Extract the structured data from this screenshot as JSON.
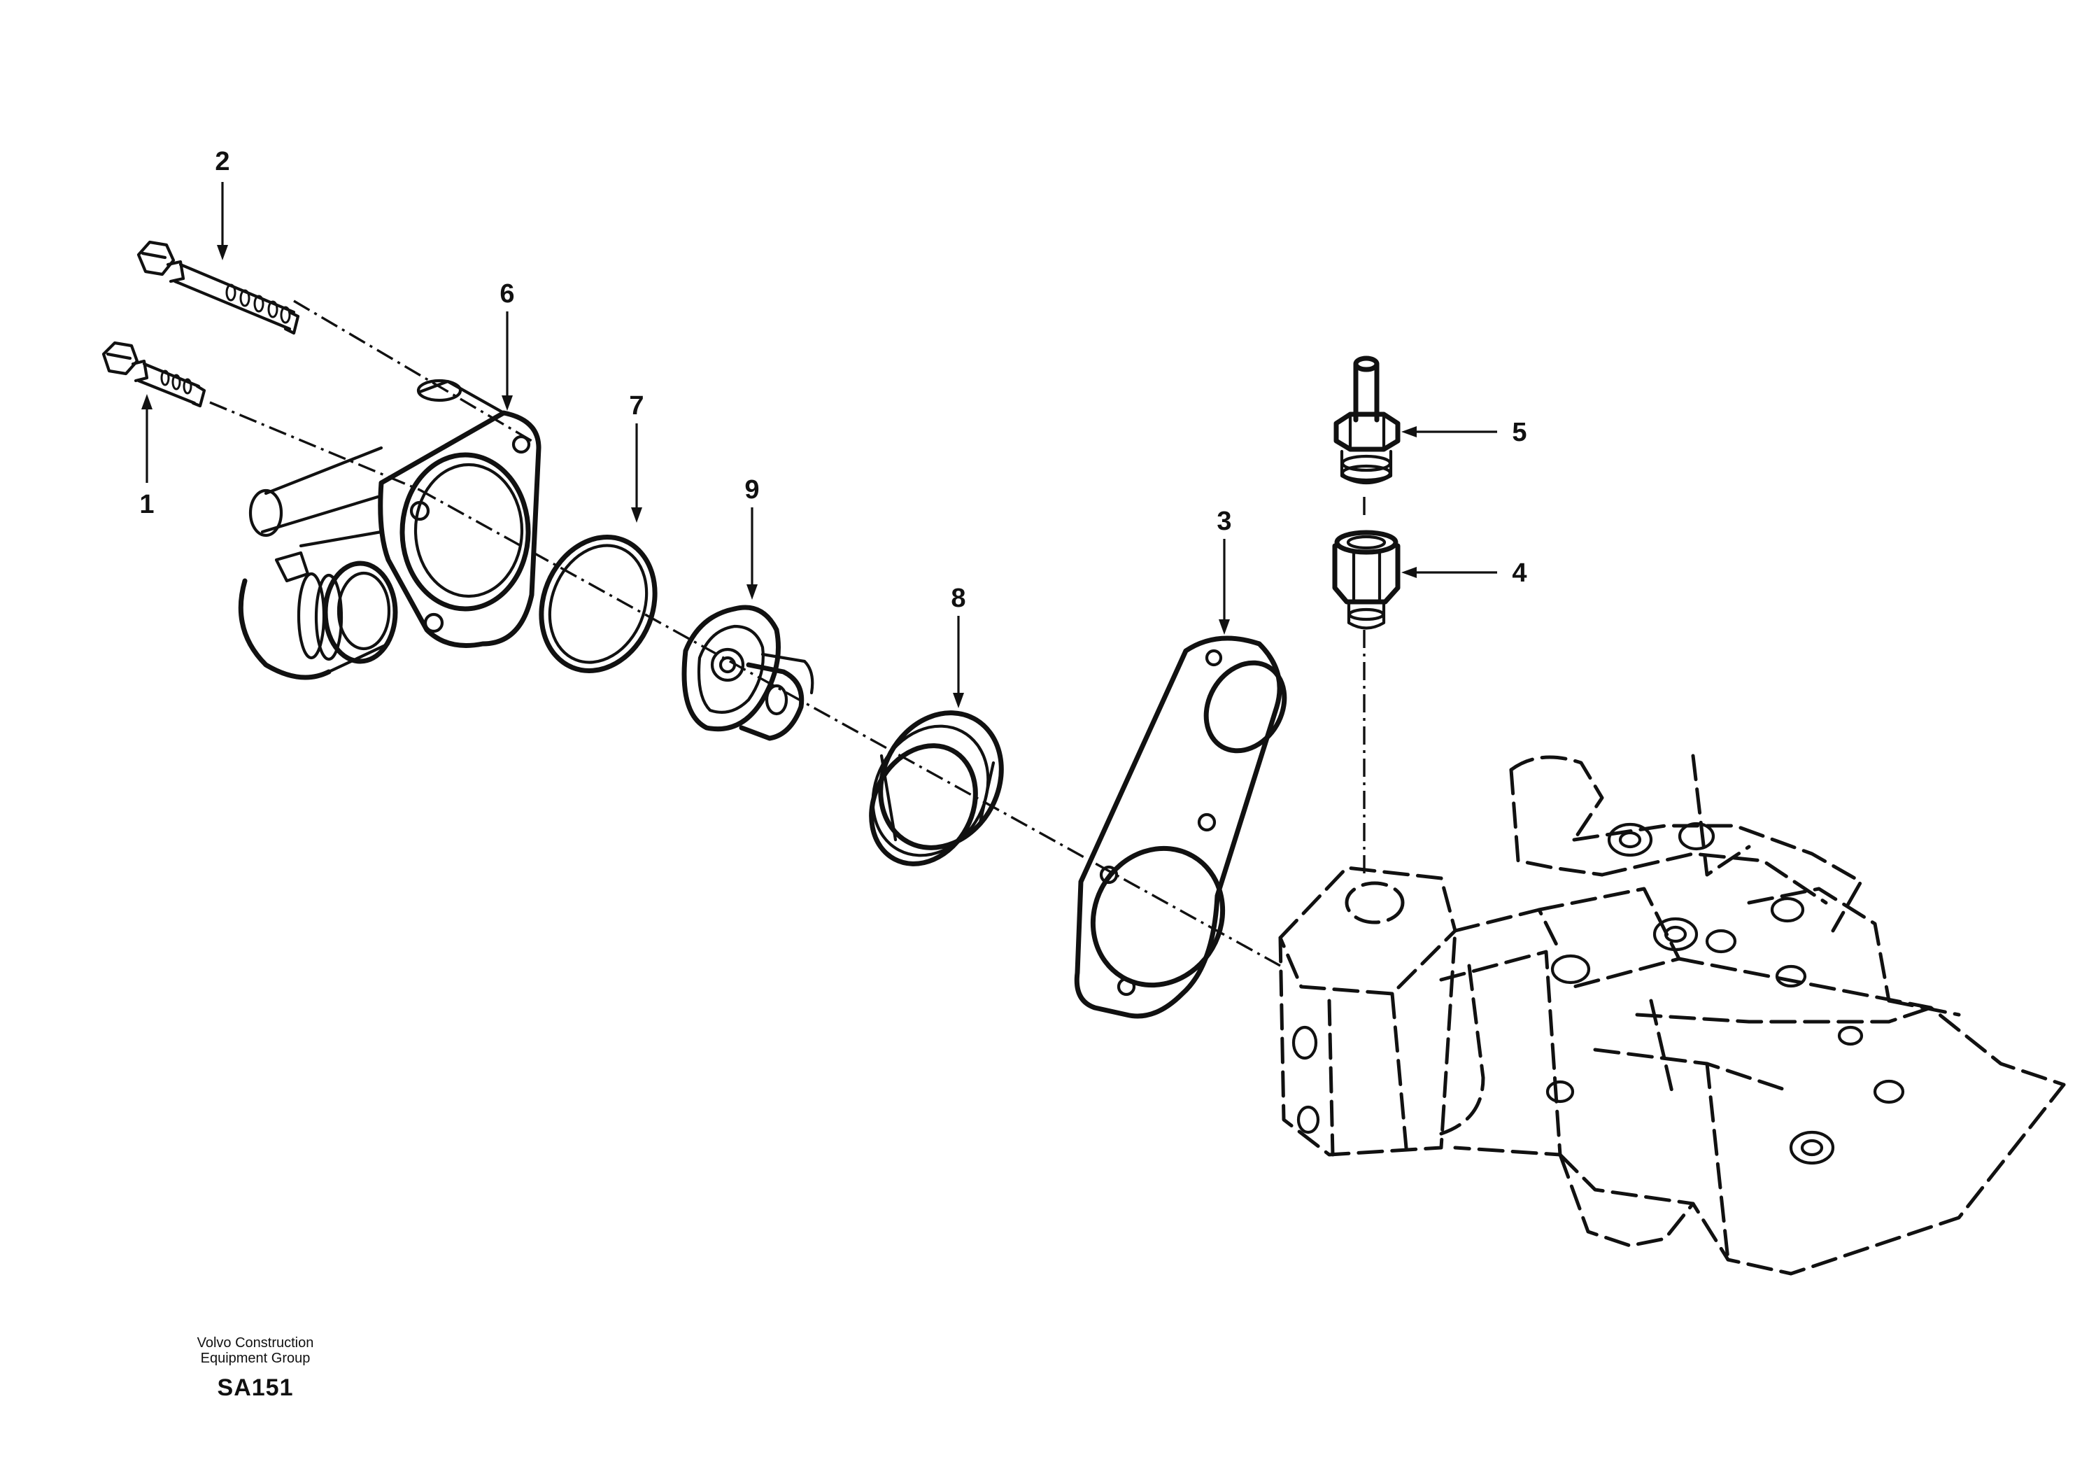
{
  "footer": {
    "company_line1": "Volvo Construction",
    "company_line2": "Equipment Group",
    "drawing_code": "SA151"
  },
  "callouts": [
    {
      "id": "1",
      "label": "1"
    },
    {
      "id": "2",
      "label": "2"
    },
    {
      "id": "3",
      "label": "3"
    },
    {
      "id": "4",
      "label": "4"
    },
    {
      "id": "5",
      "label": "5"
    },
    {
      "id": "6",
      "label": "6"
    },
    {
      "id": "7",
      "label": "7"
    },
    {
      "id": "8",
      "label": "8"
    },
    {
      "id": "9",
      "label": "9"
    }
  ]
}
